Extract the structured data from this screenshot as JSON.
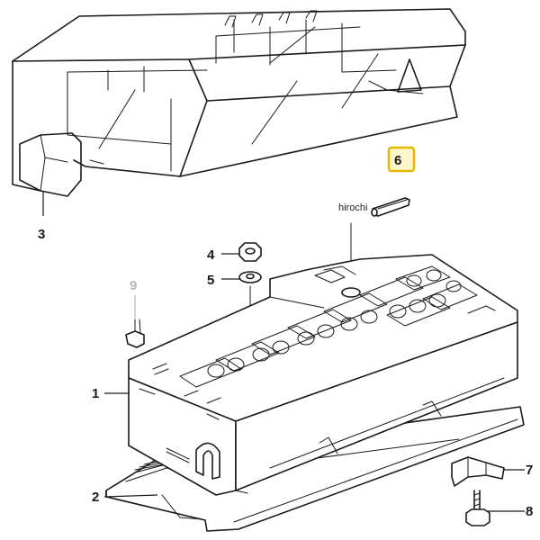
{
  "callouts": {
    "c1": "1",
    "c2": "2",
    "c3": "3",
    "c4": "4",
    "c5": "5",
    "c6": "6",
    "c7": "7",
    "c8": "8",
    "c9": "9"
  },
  "watermark": "hirochi",
  "colors": {
    "highlight_border": "#e8b800",
    "highlight_fill": "#fff7cc",
    "line": "#1a1a1a",
    "faded": "#b5b5b5"
  }
}
